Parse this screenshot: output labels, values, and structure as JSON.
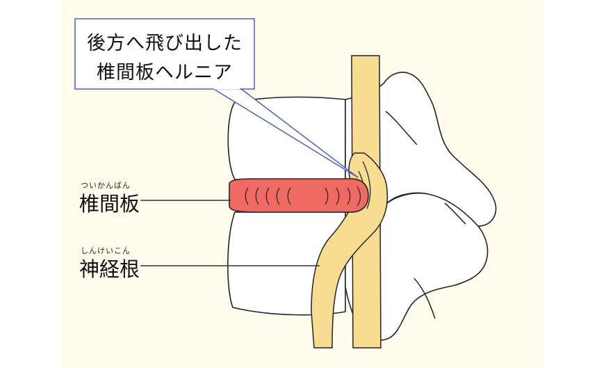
{
  "callout": {
    "line1": "後方へ飛び出した",
    "line2": "椎間板ヘルニア"
  },
  "labels": {
    "disc": {
      "ruby": "ついかんばん",
      "text": "椎間板"
    },
    "nerve": {
      "ruby": "しんけいこん",
      "text": "神経根"
    }
  },
  "colors": {
    "background": "#fffcee",
    "bone": "#ffffff",
    "nerve": "#f7dc92",
    "disc": "#ee6a63",
    "callout_box": "#ffffff",
    "callout_border": "#4f5fb3"
  }
}
